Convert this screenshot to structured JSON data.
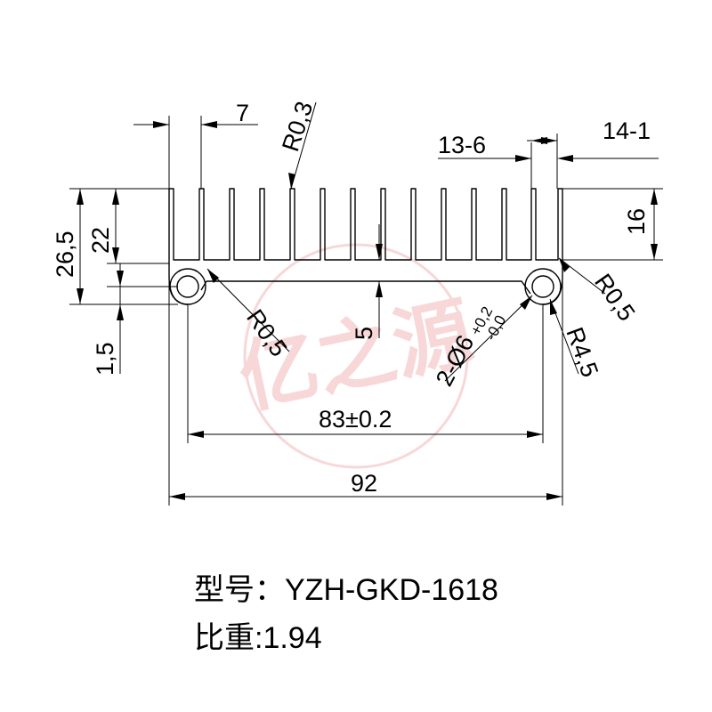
{
  "watermark": {
    "text": "亿之源",
    "color": "#f2b8b8"
  },
  "dimensions": {
    "fin_width": "7",
    "fin_fillet": "R0,3",
    "fin_gap": "13-6",
    "fin_count_note": "14-1",
    "overall_height": "26,5",
    "fin_height": "22",
    "fin_height_right": "16",
    "base_offset": "1,5",
    "hole_fillet_left": "R0,5",
    "hole_fillet_right": "R0,5",
    "base_thickness": "5",
    "hole_label": "2-Ø6",
    "hole_tol_upper": "+0,2",
    "hole_tol_lower": "-0,0",
    "boss_radius": "R4,5",
    "hole_spacing": "83±0.2",
    "overall_width": "92"
  },
  "caption": {
    "model_label": "型号：",
    "model_value": "YZH-GKD-1618",
    "density_label": "比重:",
    "density_value": "1.94"
  }
}
